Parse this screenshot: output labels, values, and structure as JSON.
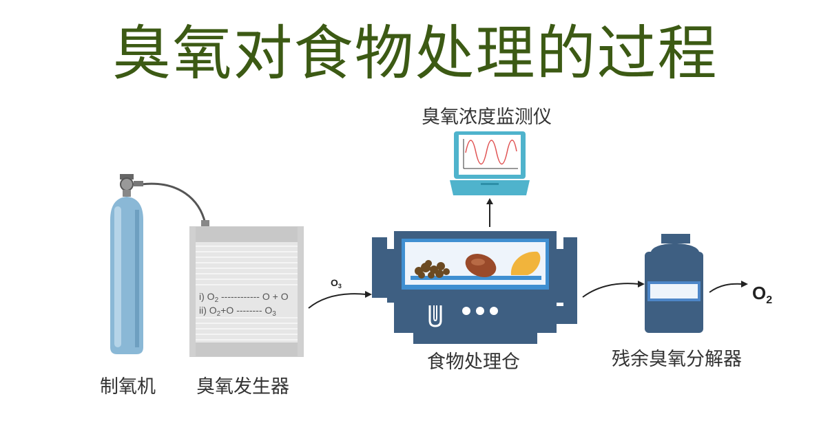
{
  "title": "臭氧对食物处理的过程",
  "labels": {
    "oxygen_machine": "制氧机",
    "ozone_generator": "臭氧发生器",
    "ozone_monitor": "臭氧浓度监测仪",
    "treatment_chamber": "食物处理仓",
    "ozone_decomposer": "残余臭氧分解器"
  },
  "reactions": {
    "line1_a": "i) O",
    "line1_b": "2",
    "line1_c": " ------------ O + O",
    "line2_a": "ii) O",
    "line2_b": "2",
    "line2_c": "+O -------- O",
    "line2_d": "3"
  },
  "flow_labels": {
    "o3_main": "O",
    "o3_sub": "3",
    "o2_main": "O",
    "o2_sub": "2"
  },
  "colors": {
    "title": "#3c5a14",
    "cylinder": "#8ab8d6",
    "chamber": "#3e5f82",
    "window": "#3f8fd1"
  }
}
